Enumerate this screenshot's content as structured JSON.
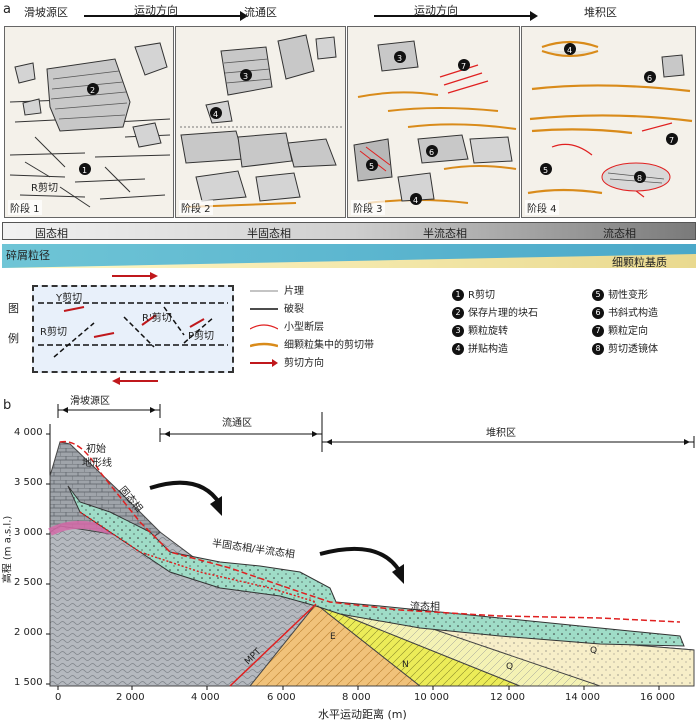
{
  "panel_a": {
    "label": "a",
    "zones": {
      "source": "滑坡源区",
      "transport": "流通区",
      "deposit": "堆积区",
      "direction1": "运动方向",
      "direction2": "运动方向"
    },
    "stages": [
      "阶段 1",
      "阶段 2",
      "阶段 3",
      "阶段 4"
    ],
    "stage1_annot": "R剪切",
    "phases": [
      "固态相",
      "半固态相",
      "半流态相",
      "流态相"
    ],
    "grain_left": "碎屑粒径",
    "grain_right": "细颗粒基质",
    "legend_side": [
      "图",
      "例"
    ],
    "legend_box": {
      "y_shear": "Y剪切",
      "r_shear": "R剪切",
      "rprime_shear": "R'剪切",
      "p_shear": "P剪切"
    },
    "legend_lines": [
      "片理",
      "破裂",
      "小型断层",
      "细颗粒集中的剪切带",
      "剪切方向"
    ],
    "legend_numbered_left": [
      {
        "n": "1",
        "t": "R剪切"
      },
      {
        "n": "2",
        "t": "保存片理的块石"
      },
      {
        "n": "3",
        "t": "颗粒旋转"
      },
      {
        "n": "4",
        "t": "拼贴构造"
      }
    ],
    "legend_numbered_right": [
      {
        "n": "5",
        "t": "韧性变形"
      },
      {
        "n": "6",
        "t": "书斜式构造"
      },
      {
        "n": "7",
        "t": "颗粒定向"
      },
      {
        "n": "8",
        "t": "剪切透镜体"
      }
    ],
    "colors": {
      "shear_band": "#d98b1a",
      "fault": "#e02020",
      "arrow": "#c0181c"
    }
  },
  "panel_b": {
    "label": "b",
    "zones": {
      "source": "滑坡源区",
      "transport": "流通区",
      "deposit": "堆积区"
    },
    "labels": {
      "initial_topo_1": "初始",
      "initial_topo_2": "地形线",
      "solid": "固态相",
      "semi": "半固态相/半流态相",
      "fluid": "流态相",
      "mpt": "MPT",
      "e": "E",
      "n": "N",
      "q": "Q",
      "q2": "Q"
    },
    "ylabel": "高程 (m a.s.l.)",
    "xlabel": "水平运动距离 (m)",
    "yticks": [
      "4 000",
      "3 500",
      "3 000",
      "2 500",
      "2 000",
      "1 500"
    ],
    "xticks": [
      "0",
      "2 000",
      "4 000",
      "6 000",
      "8 000",
      "10 000",
      "12 000",
      "14 000",
      "16 000"
    ]
  }
}
